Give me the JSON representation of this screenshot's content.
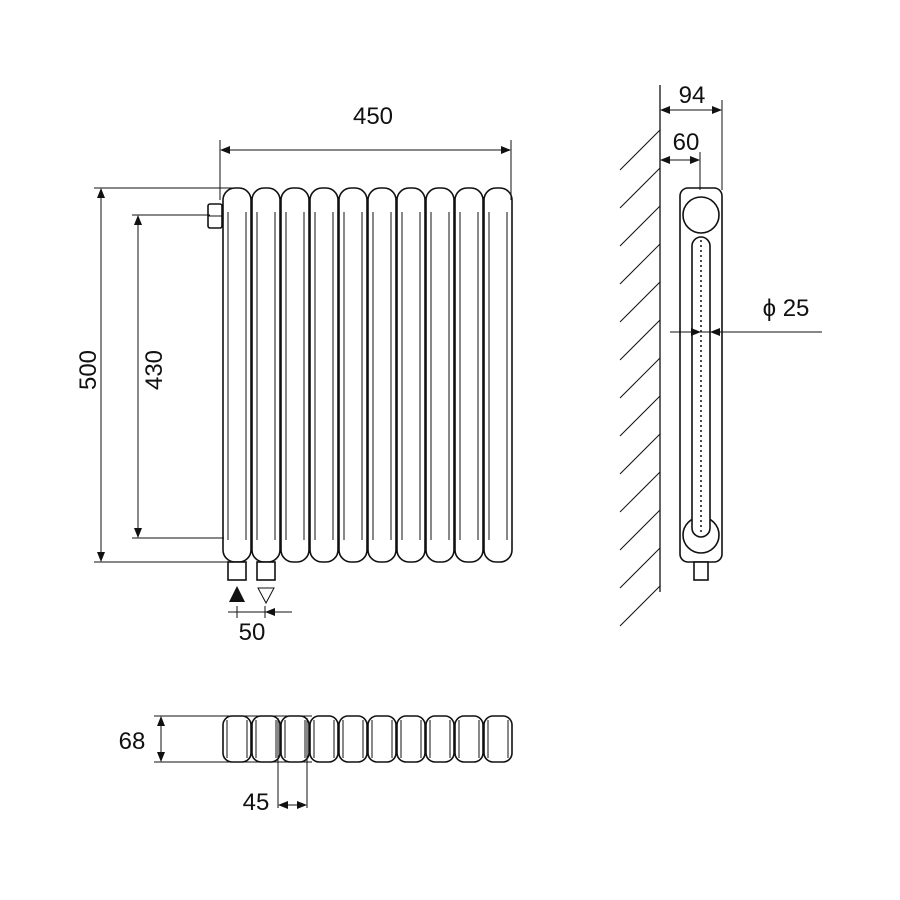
{
  "drawing": {
    "column_count": 10,
    "line_color": "#111111",
    "dimensions": {
      "width": "450",
      "height": "500",
      "center_distance": "430",
      "pipe_spacing": "50",
      "depth": "68",
      "column_pitch": "45",
      "total_projection": "94",
      "wall_to_center": "60",
      "pipe_diameter": "ϕ 25"
    }
  }
}
